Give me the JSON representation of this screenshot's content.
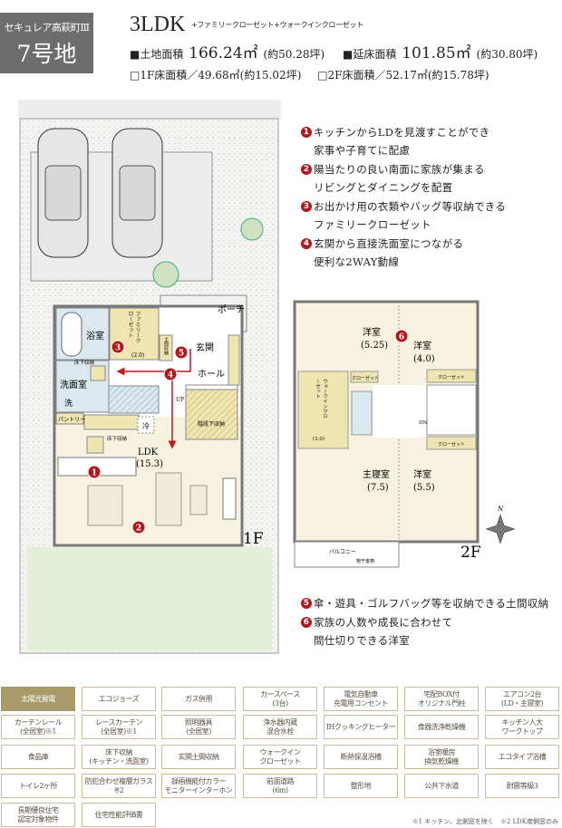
{
  "header": {
    "project": "セキュレア高萩町Ⅲ",
    "lot": "7号地",
    "plan_type": "3LDK",
    "plan_sub": "+ファミリークローゼット+ウォークインクローゼット",
    "land_label": "■土地面積",
    "land_value": "166.24㎡",
    "land_tsubo": "(約50.28坪)",
    "floor_label": "■延床面積",
    "floor_value": "101.85㎡",
    "floor_tsubo": "(約30.80坪)",
    "f1": "□1F床面積／49.68㎡(約15.02坪)",
    "f2": "□2F床面積／52.17㎡(約15.78坪)"
  },
  "points": [
    {
      "num": "1",
      "lines": [
        "キッチンからLDを見渡すことができ",
        "家事や子育てに配慮"
      ]
    },
    {
      "num": "2",
      "lines": [
        "陽当たりの良い南面に家族が集まる",
        "リビングとダイニングを配置"
      ]
    },
    {
      "num": "3",
      "lines": [
        "お出かけ用の衣類やバッグ等収納できる",
        "ファミリークローゼット"
      ]
    },
    {
      "num": "4",
      "lines": [
        "玄関から直接洗面室につながる",
        "便利な2WAY動線"
      ]
    },
    {
      "num": "5",
      "lines": [
        "傘・遊具・ゴルフバッグ等を収納できる土間収納"
      ]
    },
    {
      "num": "6",
      "lines": [
        "家族の人数や成長に合わせて",
        "間仕切りできる洋室"
      ]
    }
  ],
  "plan1f": {
    "floor": "1F",
    "porch": "ポーチ",
    "bath": "浴室",
    "family_closet": "ファミリークローゼット",
    "family_closet_size": "(2.0)",
    "doma_storage": "土間収納",
    "entrance": "玄関",
    "hall": "ホール",
    "underfloor1": "床下収納",
    "washroom": "洗面室",
    "washer": "洗",
    "pantry": "パントリー",
    "fridge": "冷",
    "up": "UP",
    "under_stairs": "階段下収納",
    "underfloor2": "床下収納",
    "ldk": "LDK",
    "ldk_size": "(15.3)"
  },
  "plan2f": {
    "floor": "2F",
    "room1": "洋室",
    "room1_size": "(5.25)",
    "room2": "洋室",
    "room2_size": "(4.0)",
    "master": "主寝室",
    "master_size": "(7.5)",
    "room3": "洋室",
    "room3_size": "(5.5)",
    "wic": "ウォークインクローゼット",
    "wic_size": "(3.0)",
    "closet": "クローゼット",
    "dn": "DN",
    "balcony": "バルコニー",
    "drying": "物干金物",
    "compass": "N"
  },
  "features": [
    {
      "label": "太陽光発電",
      "active": true
    },
    {
      "label": "エコジョーズ"
    },
    {
      "label": "ガス併用"
    },
    {
      "label": "カースペース\n(3台)"
    },
    {
      "label": "電気自動車\n充電用コンセント"
    },
    {
      "label": "宅配BOX付\nオリジナル門柱"
    },
    {
      "label": "エアコン2台\n(LD・主寝室)"
    },
    {
      "label": "カーテンレール\n(全居室)※1"
    },
    {
      "label": "レースカーテン\n(全居室)※1"
    },
    {
      "label": "照明器具\n(全居室)"
    },
    {
      "label": "浄水器内蔵\n混合水栓"
    },
    {
      "label": "IHクッキングヒーター"
    },
    {
      "label": "食器洗浄乾燥機"
    },
    {
      "label": "キッチン人大\nワークトップ"
    },
    {
      "label": "食品庫"
    },
    {
      "label": "床下収納\n(キッチン・洗面室)"
    },
    {
      "label": "玄関土間収納"
    },
    {
      "label": "ウォークイン\nクローゼット"
    },
    {
      "label": "断熱保温浴槽"
    },
    {
      "label": "浴室暖房\n換気乾燥機"
    },
    {
      "label": "エコタイプ浴槽"
    },
    {
      "label": "トイレ2ヶ所"
    },
    {
      "label": "防犯合わせ複層ガラス\n※2"
    },
    {
      "label": "録画機能付カラー\nモニターインターホン"
    },
    {
      "label": "前面道路\n(6m)"
    },
    {
      "label": "整形地"
    },
    {
      "label": "公共下水道"
    },
    {
      "label": "耐震等級3"
    },
    {
      "label": "長期優良住宅\n認定対象物件"
    },
    {
      "label": "住宅性能評価書"
    }
  ],
  "footnote": "※1 キッチン、北側窓を除く　※2 LDK南側窓のみ",
  "colors": {
    "accent_red": "#b3161d",
    "gold": "#a99a6a",
    "badge_gray": "#6d6d6d",
    "floor_cream": "#f7f2df",
    "storage_yellow": "#efe5b0",
    "wet_blue": "#dce8f0"
  }
}
